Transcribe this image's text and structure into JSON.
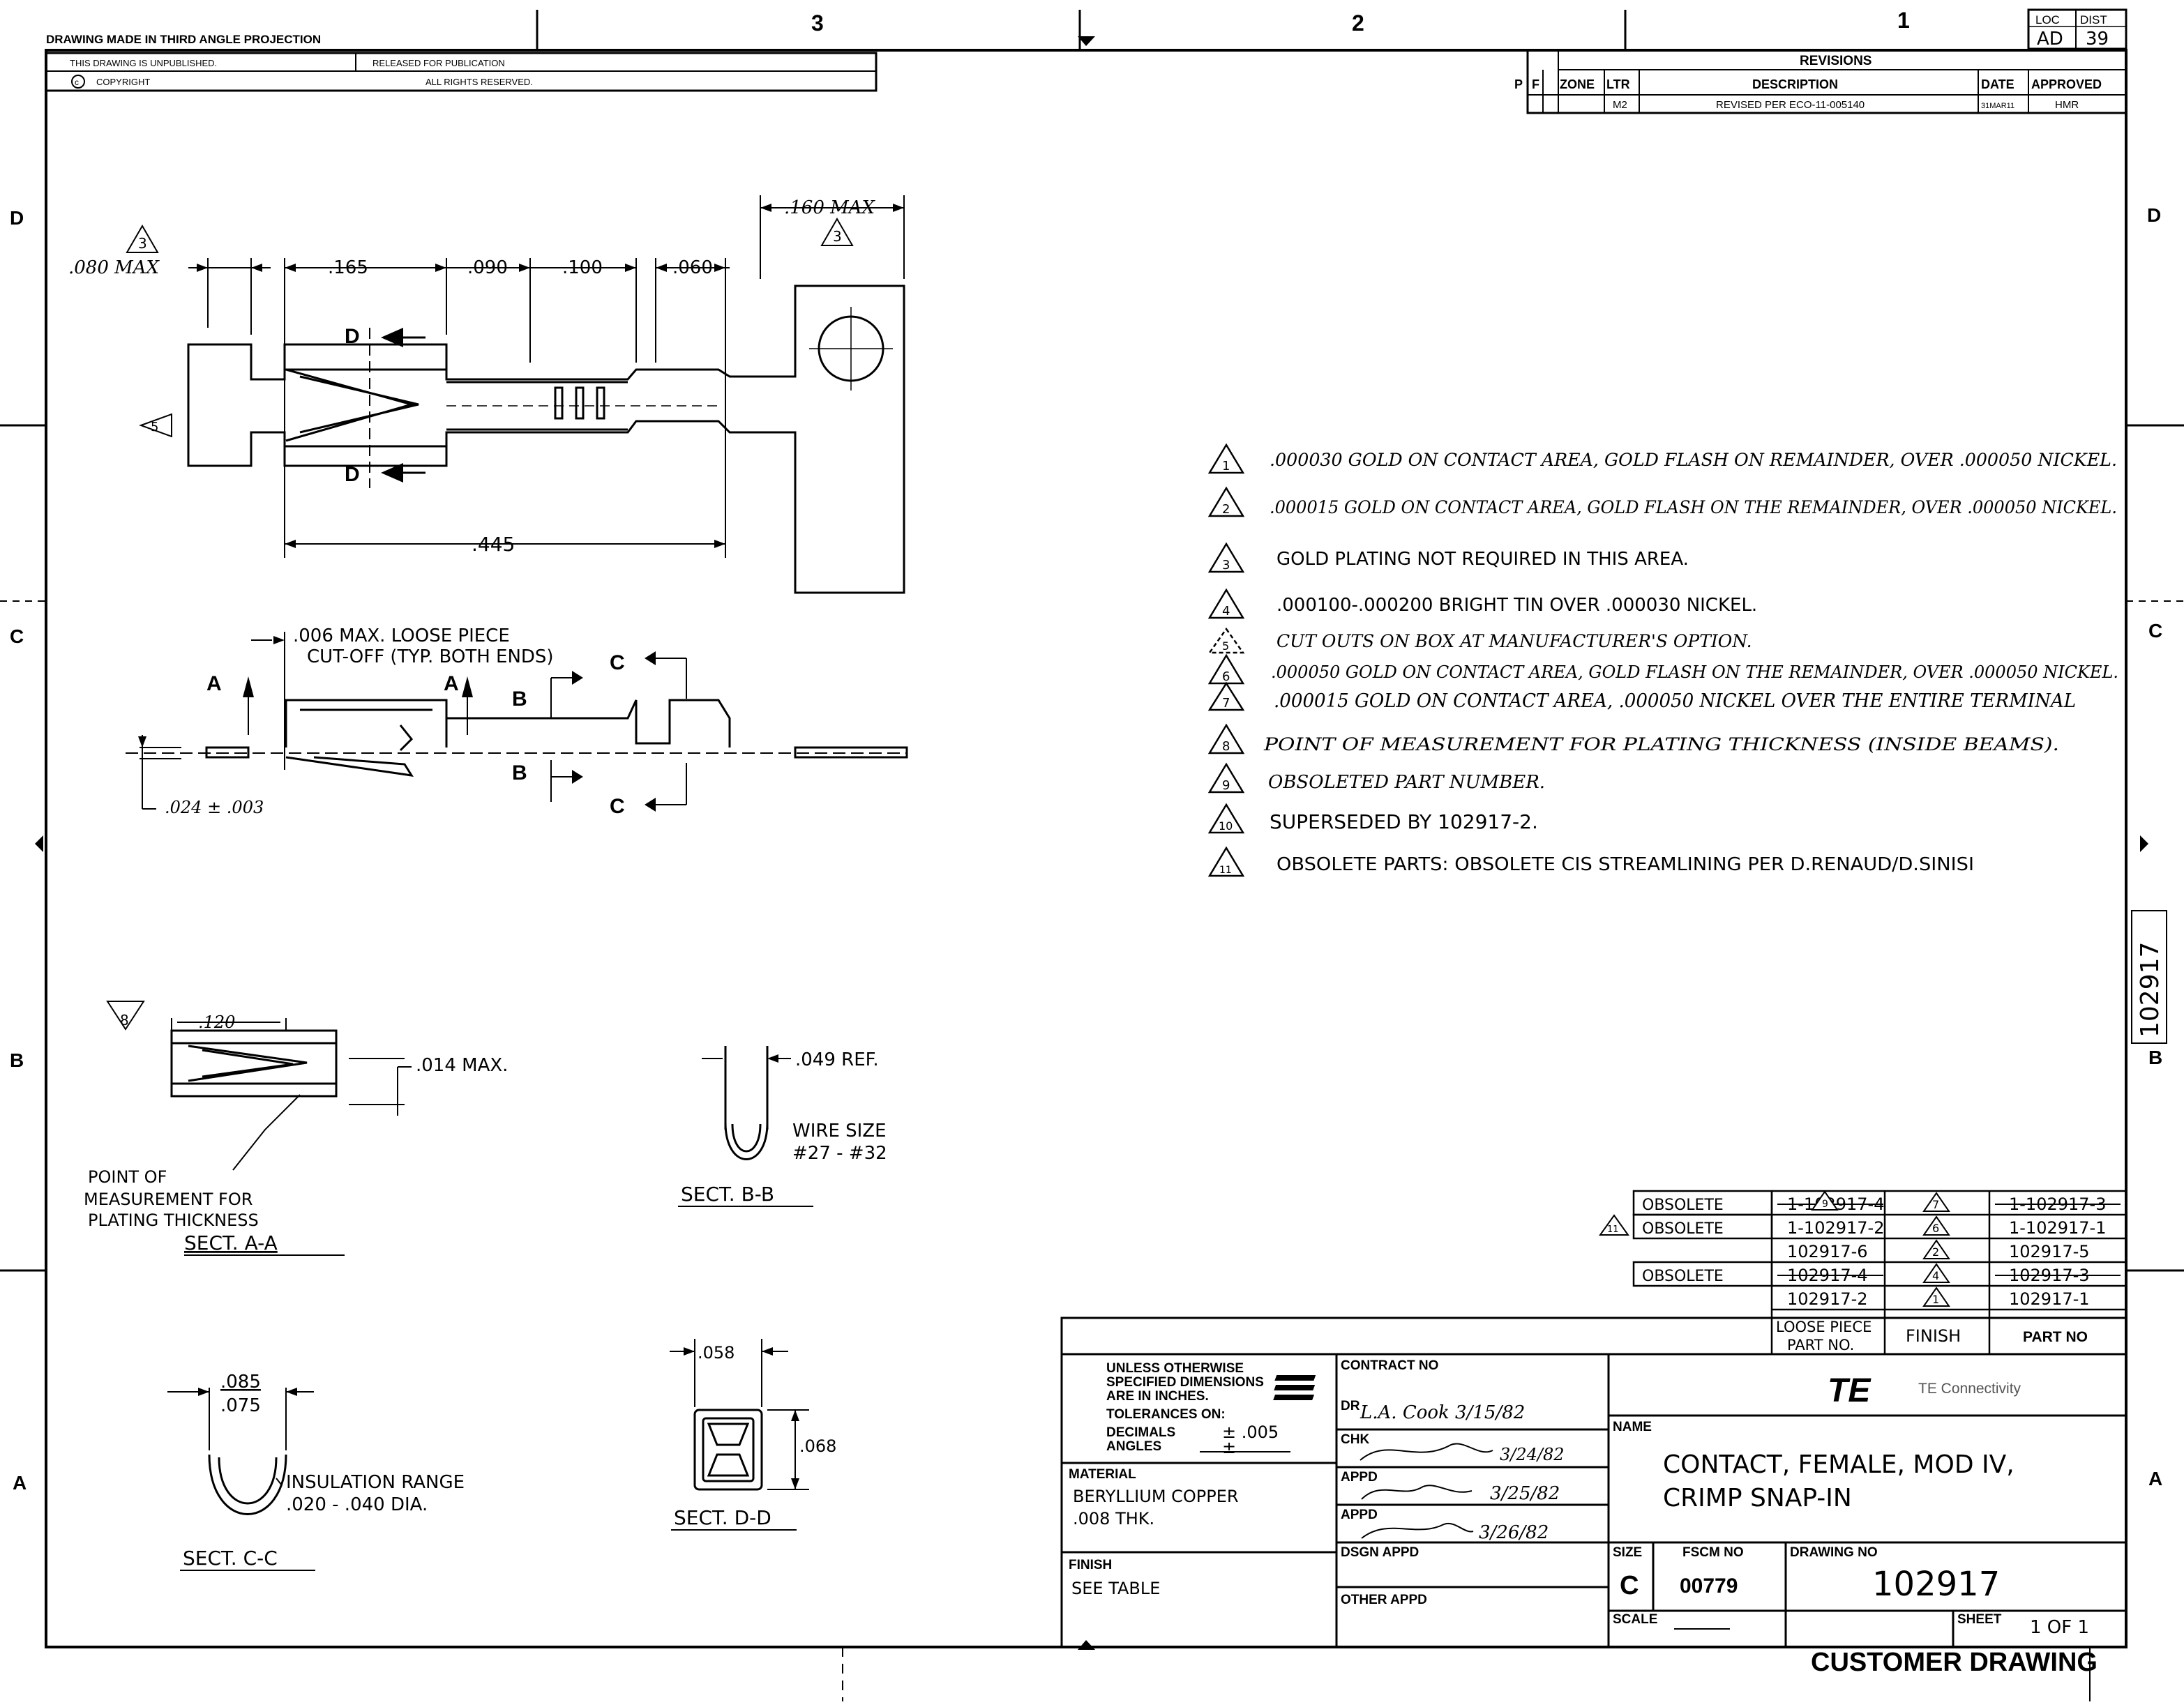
{
  "header": {
    "projection": "DRAWING MADE IN THIRD ANGLE PROJECTION",
    "unpublished": "THIS DRAWING IS UNPUBLISHED.",
    "released": "RELEASED FOR PUBLICATION",
    "copyright_symbol": "c",
    "copyright": "COPYRIGHT",
    "rights": "ALL RIGHTS RESERVED.",
    "loc_label": "LOC",
    "loc_value": "AD",
    "dist_label": "DIST",
    "dist_value": "39",
    "col_3": "3",
    "col_2": "2",
    "col_1": "1"
  },
  "border": {
    "row_d": "D",
    "row_c": "C",
    "row_b": "B",
    "row_a": "A",
    "side_number": "102917"
  },
  "revisions": {
    "title": "REVISIONS",
    "col_p": "P",
    "col_f": "F",
    "col_zone": "ZONE",
    "col_ltr": "LTR",
    "col_desc": "DESCRIPTION",
    "col_date": "DATE",
    "col_approved": "APPROVED",
    "row": {
      "ltr": "M2",
      "desc": "REVISED PER ECO-11-005140",
      "date": "31MAR11",
      "approved": "HMR"
    }
  },
  "notes": [
    {
      "num": "1",
      "text": ".000030 GOLD ON CONTACT AREA, GOLD FLASH ON REMAINDER, OVER .000050 NICKEL."
    },
    {
      "num": "2",
      "text": ".000015 GOLD ON CONTACT AREA, GOLD FLASH ON THE REMAINDER, OVER .000050 NICKEL."
    },
    {
      "num": "3",
      "text": "GOLD PLATING NOT REQUIRED IN THIS AREA."
    },
    {
      "num": "4",
      "text": ".000100-.000200 BRIGHT TIN OVER .000030 NICKEL."
    },
    {
      "num": "5",
      "text": "CUT OUTS ON BOX AT MANUFACTURER'S OPTION."
    },
    {
      "num": "6",
      "text": ".000050 GOLD ON CONTACT AREA, GOLD FLASH ON THE REMAINDER, OVER .000050 NICKEL."
    },
    {
      "num": "7",
      "text": ".000015 GOLD ON CONTACT AREA, .000050 NICKEL OVER THE ENTIRE TERMINAL"
    },
    {
      "num": "8",
      "text": "POINT OF MEASUREMENT FOR PLATING THICKNESS (INSIDE BEAMS)."
    },
    {
      "num": "9",
      "text": "OBSOLETED PART NUMBER."
    },
    {
      "num": "10",
      "text": "SUPERSEDED BY 102917-2."
    },
    {
      "num": "11",
      "text": "OBSOLETE PARTS: OBSOLETE CIS STREAMLINING PER D.RENAUD/D.SINISI"
    }
  ],
  "top_view": {
    "dim_080": ".080 MAX",
    "dim_165": ".165",
    "dim_090": ".090",
    "dim_100": ".100",
    "dim_060": ".060",
    "dim_160": ".160 MAX",
    "dim_445": ".445",
    "flag_3a": "3",
    "flag_3b": "3",
    "flag_5": "5",
    "sect_d": "D"
  },
  "side_view": {
    "loose_piece_1": ".006 MAX. LOOSE PIECE",
    "loose_piece_2": "CUT-OFF (TYP. BOTH ENDS)",
    "dim_024": ".024 ± .003",
    "sect_a": "A",
    "sect_b": "B",
    "sect_c": "C"
  },
  "sections": {
    "aa_dim_120": ".120",
    "aa_dim_014": ".014 MAX.",
    "aa_flag_8": "8",
    "aa_point_1": "POINT OF",
    "aa_point_2": "MEASUREMENT FOR",
    "aa_point_3": "PLATING THICKNESS",
    "aa_title": "SECT. A-A",
    "bb_dim_049": ".049 REF.",
    "bb_wire_1": "WIRE SIZE",
    "bb_wire_2": "#27 - #32",
    "bb_title": "SECT. B-B",
    "cc_dim_085": ".085",
    "cc_dim_075": ".075",
    "cc_ins_1": "INSULATION RANGE",
    "cc_ins_2": ".020 - .040 DIA.",
    "cc_title": "SECT. C-C",
    "dd_dim_058": ".058",
    "dd_dim_068": ".068",
    "dd_title": "SECT. D-D"
  },
  "part_table": {
    "rows": [
      {
        "status": "OBSOLETE",
        "loose": "1-102917-4",
        "finish": "7",
        "part": "1-102917-3",
        "struck": true,
        "flag": "9",
        "note_flag": ""
      },
      {
        "status": "OBSOLETE",
        "loose": "1-102917-2",
        "finish": "6",
        "part": "1-102917-1",
        "struck": false,
        "flag": "",
        "note_flag": "11"
      },
      {
        "status": "",
        "loose": "102917-6",
        "finish": "2",
        "part": "102917-5",
        "struck": false,
        "flag": "",
        "note_flag": ""
      },
      {
        "status": "OBSOLETE",
        "loose": "102917-4",
        "finish": "4",
        "part": "102917-3",
        "struck": true,
        "flag": "",
        "note_flag": ""
      },
      {
        "status": "",
        "loose": "102917-2",
        "finish": "1",
        "part": "102917-1",
        "struck": false,
        "flag": "",
        "note_flag": ""
      }
    ],
    "head_loose_1": "LOOSE PIECE",
    "head_loose_2": "PART NO.",
    "head_finish": "FINISH",
    "head_part": "PART NO"
  },
  "title_block": {
    "unless_1": "UNLESS OTHERWISE",
    "unless_2": "SPECIFIED DIMENSIONS",
    "unless_3": "ARE IN INCHES.",
    "tolerances": "TOLERANCES ON:",
    "decimals": "DECIMALS",
    "angles": "ANGLES",
    "decimals_value": "± .005",
    "angles_value": "±",
    "material_label": "MATERIAL",
    "material_1": "BERYLLIUM COPPER",
    "material_2": ".008 THK.",
    "finish_label": "FINISH",
    "finish_value": "SEE TABLE",
    "contract_label": "CONTRACT NO",
    "dr_label": "DR",
    "dr_value": "L.A. Cook 3/15/82",
    "chk_label": "CHK",
    "chk_value": "3/24/82",
    "appd1_label": "APPD",
    "appd1_value": "3/25/82",
    "appd2_label": "APPD",
    "appd2_value": "3/26/82",
    "dsgn_label": "DSGN APPD",
    "other_label": "OTHER APPD",
    "company": "TE Connectivity",
    "logo": "TE",
    "name_label": "NAME",
    "name_1": "CONTACT, FEMALE, MOD IV,",
    "name_2": "CRIMP SNAP-IN",
    "size_label": "SIZE",
    "size_value": "C",
    "fscm_label": "FSCM NO",
    "fscm_value": "00779",
    "drawing_label": "DRAWING NO",
    "drawing_value": "102917",
    "scale_label": "SCALE",
    "sheet_label": "SHEET",
    "sheet_value": "1 OF 1",
    "customer": "CUSTOMER DRAWING"
  }
}
